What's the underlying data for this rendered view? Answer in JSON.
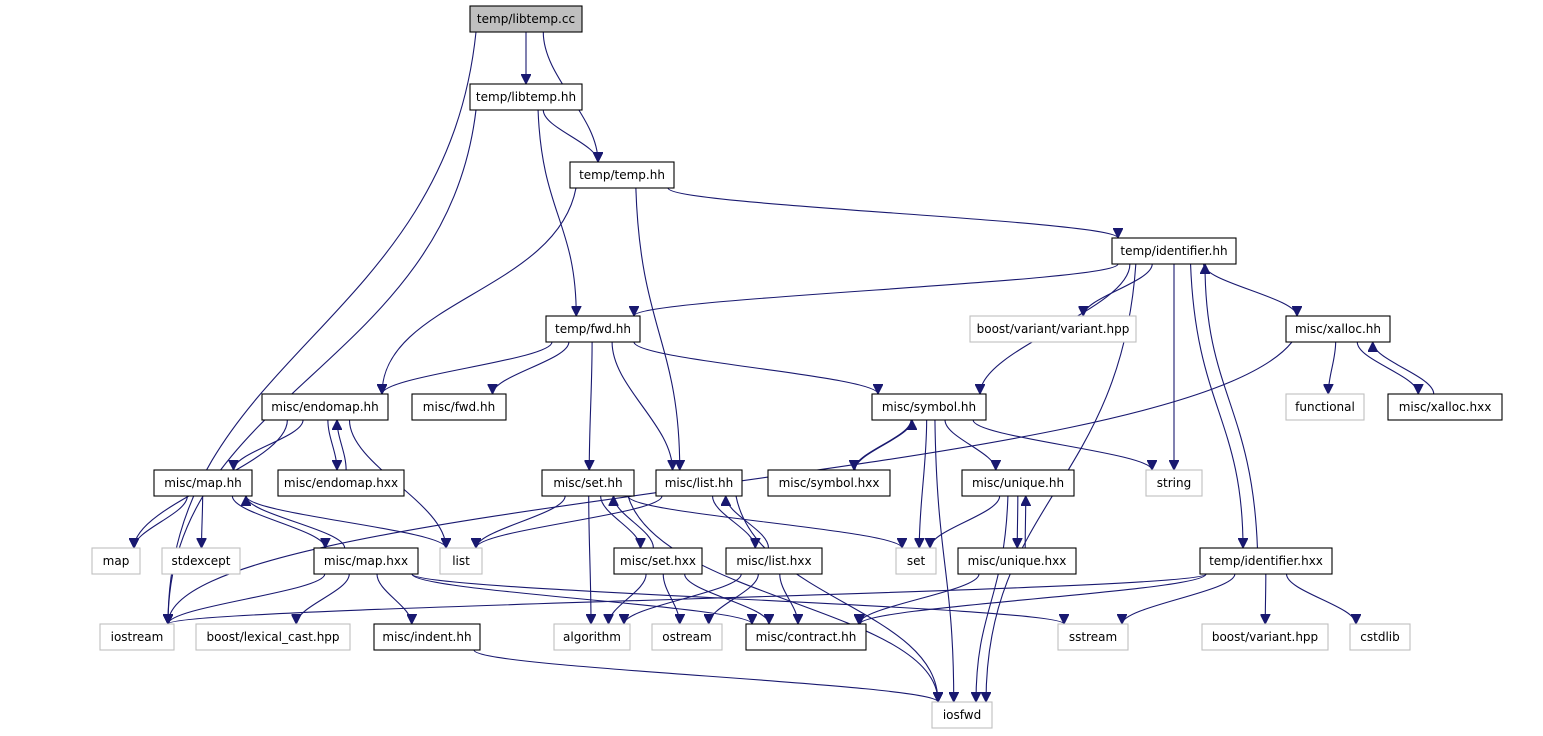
{
  "diagram": {
    "nodes": [
      {
        "id": "libtemp_cc",
        "label": "temp/libtemp.cc",
        "kind": "root"
      },
      {
        "id": "libtemp_hh",
        "label": "temp/libtemp.hh",
        "kind": "local"
      },
      {
        "id": "temp_hh",
        "label": "temp/temp.hh",
        "kind": "local"
      },
      {
        "id": "identifier_hh",
        "label": "temp/identifier.hh",
        "kind": "local"
      },
      {
        "id": "fwd_hh",
        "label": "temp/fwd.hh",
        "kind": "local"
      },
      {
        "id": "boost_variant_variant",
        "label": "boost/variant/variant.hpp",
        "kind": "external"
      },
      {
        "id": "xalloc_hh",
        "label": "misc/xalloc.hh",
        "kind": "local"
      },
      {
        "id": "endomap_hh",
        "label": "misc/endomap.hh",
        "kind": "local"
      },
      {
        "id": "misc_fwd_hh",
        "label": "misc/fwd.hh",
        "kind": "local"
      },
      {
        "id": "symbol_hh",
        "label": "misc/symbol.hh",
        "kind": "local"
      },
      {
        "id": "functional",
        "label": "functional",
        "kind": "external"
      },
      {
        "id": "xalloc_hxx",
        "label": "misc/xalloc.hxx",
        "kind": "local"
      },
      {
        "id": "map_hh",
        "label": "misc/map.hh",
        "kind": "local"
      },
      {
        "id": "endomap_hxx",
        "label": "misc/endomap.hxx",
        "kind": "local"
      },
      {
        "id": "set_hh",
        "label": "misc/set.hh",
        "kind": "local"
      },
      {
        "id": "list_hh",
        "label": "misc/list.hh",
        "kind": "local"
      },
      {
        "id": "symbol_hxx",
        "label": "misc/symbol.hxx",
        "kind": "local"
      },
      {
        "id": "unique_hh",
        "label": "misc/unique.hh",
        "kind": "local"
      },
      {
        "id": "string",
        "label": "string",
        "kind": "external"
      },
      {
        "id": "map",
        "label": "map",
        "kind": "external"
      },
      {
        "id": "stdexcept",
        "label": "stdexcept",
        "kind": "external"
      },
      {
        "id": "list",
        "label": "list",
        "kind": "external"
      },
      {
        "id": "map_hxx",
        "label": "misc/map.hxx",
        "kind": "local"
      },
      {
        "id": "set_hxx",
        "label": "misc/set.hxx",
        "kind": "local"
      },
      {
        "id": "list_hxx",
        "label": "misc/list.hxx",
        "kind": "local"
      },
      {
        "id": "set",
        "label": "set",
        "kind": "external"
      },
      {
        "id": "unique_hxx",
        "label": "misc/unique.hxx",
        "kind": "local"
      },
      {
        "id": "identifier_hxx",
        "label": "temp/identifier.hxx",
        "kind": "local"
      },
      {
        "id": "iostream",
        "label": "iostream",
        "kind": "external"
      },
      {
        "id": "boost_lexical_cast",
        "label": "boost/lexical_cast.hpp",
        "kind": "external"
      },
      {
        "id": "indent_hh",
        "label": "misc/indent.hh",
        "kind": "local"
      },
      {
        "id": "algorithm",
        "label": "algorithm",
        "kind": "external"
      },
      {
        "id": "ostream",
        "label": "ostream",
        "kind": "external"
      },
      {
        "id": "contract_hh",
        "label": "misc/contract.hh",
        "kind": "local"
      },
      {
        "id": "sstream",
        "label": "sstream",
        "kind": "external"
      },
      {
        "id": "boost_variant",
        "label": "boost/variant.hpp",
        "kind": "external"
      },
      {
        "id": "cstdlib",
        "label": "cstdlib",
        "kind": "external"
      },
      {
        "id": "iosfwd",
        "label": "iosfwd",
        "kind": "external"
      }
    ],
    "edges": [
      [
        "libtemp_cc",
        "libtemp_hh"
      ],
      [
        "libtemp_cc",
        "temp_hh"
      ],
      [
        "libtemp_cc",
        "iostream"
      ],
      [
        "libtemp_hh",
        "temp_hh"
      ],
      [
        "libtemp_hh",
        "fwd_hh"
      ],
      [
        "libtemp_hh",
        "iostream"
      ],
      [
        "temp_hh",
        "identifier_hh"
      ],
      [
        "temp_hh",
        "endomap_hh"
      ],
      [
        "temp_hh",
        "list_hh"
      ],
      [
        "identifier_hh",
        "fwd_hh"
      ],
      [
        "identifier_hh",
        "boost_variant_variant"
      ],
      [
        "identifier_hh",
        "xalloc_hh"
      ],
      [
        "identifier_hh",
        "symbol_hh"
      ],
      [
        "identifier_hh",
        "string"
      ],
      [
        "identifier_hh",
        "identifier_hxx"
      ],
      [
        "identifier_hh",
        "iosfwd"
      ],
      [
        "fwd_hh",
        "endomap_hh"
      ],
      [
        "fwd_hh",
        "misc_fwd_hh"
      ],
      [
        "fwd_hh",
        "symbol_hh"
      ],
      [
        "fwd_hh",
        "set_hh"
      ],
      [
        "fwd_hh",
        "list_hh"
      ],
      [
        "xalloc_hh",
        "functional"
      ],
      [
        "xalloc_hh",
        "xalloc_hxx"
      ],
      [
        "xalloc_hh",
        "iostream"
      ],
      [
        "xalloc_hxx",
        "xalloc_hh"
      ],
      [
        "endomap_hh",
        "map_hh"
      ],
      [
        "endomap_hh",
        "endomap_hxx"
      ],
      [
        "endomap_hh",
        "map"
      ],
      [
        "endomap_hh",
        "list"
      ],
      [
        "endomap_hxx",
        "endomap_hh"
      ],
      [
        "symbol_hh",
        "symbol_hxx"
      ],
      [
        "symbol_hh",
        "unique_hh"
      ],
      [
        "symbol_hh",
        "string"
      ],
      [
        "symbol_hh",
        "set"
      ],
      [
        "symbol_hh",
        "iosfwd"
      ],
      [
        "symbol_hxx",
        "symbol_hh"
      ],
      [
        "unique_hh",
        "unique_hxx"
      ],
      [
        "unique_hh",
        "set"
      ],
      [
        "unique_hh",
        "iosfwd"
      ],
      [
        "unique_hxx",
        "unique_hh"
      ],
      [
        "unique_hxx",
        "contract_hh"
      ],
      [
        "map_hh",
        "map"
      ],
      [
        "map_hh",
        "stdexcept"
      ],
      [
        "map_hh",
        "map_hxx"
      ],
      [
        "map_hh",
        "list"
      ],
      [
        "map_hxx",
        "map_hh"
      ],
      [
        "map_hxx",
        "iostream"
      ],
      [
        "map_hxx",
        "boost_lexical_cast"
      ],
      [
        "map_hxx",
        "indent_hh"
      ],
      [
        "map_hxx",
        "contract_hh"
      ],
      [
        "map_hxx",
        "sstream"
      ],
      [
        "set_hh",
        "set_hxx"
      ],
      [
        "set_hh",
        "list"
      ],
      [
        "set_hh",
        "algorithm"
      ],
      [
        "set_hh",
        "set"
      ],
      [
        "set_hh",
        "iosfwd"
      ],
      [
        "set_hxx",
        "set_hh"
      ],
      [
        "set_hxx",
        "algorithm"
      ],
      [
        "set_hxx",
        "ostream"
      ],
      [
        "set_hxx",
        "contract_hh"
      ],
      [
        "list_hh",
        "list_hxx"
      ],
      [
        "list_hh",
        "list"
      ],
      [
        "list_hh",
        "iosfwd"
      ],
      [
        "list_hxx",
        "list_hh"
      ],
      [
        "list_hxx",
        "algorithm"
      ],
      [
        "list_hxx",
        "ostream"
      ],
      [
        "list_hxx",
        "contract_hh"
      ],
      [
        "identifier_hxx",
        "identifier_hh"
      ],
      [
        "identifier_hxx",
        "iostream"
      ],
      [
        "identifier_hxx",
        "contract_hh"
      ],
      [
        "identifier_hxx",
        "sstream"
      ],
      [
        "identifier_hxx",
        "boost_variant"
      ],
      [
        "identifier_hxx",
        "cstdlib"
      ],
      [
        "indent_hh",
        "iosfwd"
      ]
    ]
  },
  "colors": {
    "edge": "#191970",
    "root_fill": "#bfbfbf",
    "external_border": "#bfbfbf",
    "local_border": "#000000"
  }
}
